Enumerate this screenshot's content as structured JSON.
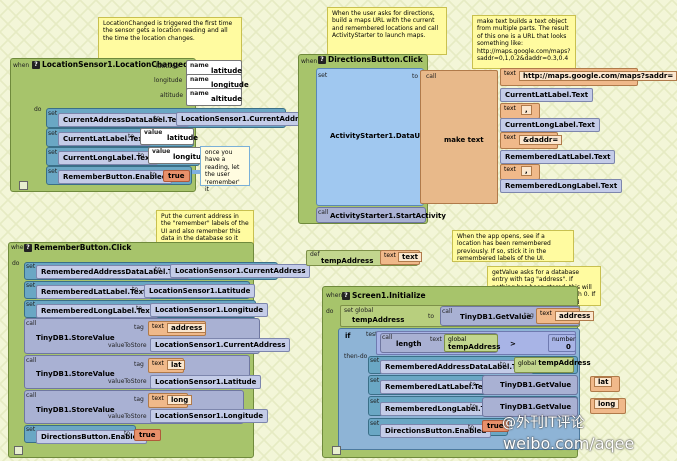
{
  "notes": {
    "location_changed": "LocationChanged is triggered the first time the sensor gets a location reading and all the time the location changes.",
    "directions_event": "When the user asks for directions, build a maps URL with the current and remembered locations and call ActivityStarter to launch maps.",
    "make_text": "make text builds a text object from multiple parts. The result of this one is a URL that looks something like: http://maps.google.com/maps?saddr=0,1,0.2&daddr=0.3,0.4",
    "remember_event": "Put the current address in the \"remember\" labels of the UI and also remember this data in the database so it will be there when app is re-opened.",
    "once_reading": "once you have a reading, let the user 'remember' it",
    "app_opens": "When the app opens, see if a location has been remembered previously. If so, stick it in the remembered labels of the UI.",
    "getvalue": "getValue asks for a database entry with tag \"address\". If nothing has been stored, this will be the empty text with length 0. If length > 0, we have a stored address/latlong."
  },
  "kw": {
    "when": "when",
    "do": "do",
    "set": "set",
    "to": "to",
    "call": "call",
    "name": "name",
    "text": "text",
    "tag": "tag",
    "value": "value",
    "valueToStore": "valueToStore",
    "def": "def",
    "global": "global",
    "set_global": "set global",
    "length": "length",
    "number": "number",
    "test": "test",
    "then_do": "then-do",
    "if": "if",
    "make_text": "make text",
    "gt": ">",
    "q": "?"
  },
  "location_changed": {
    "title": "LocationSensor1.LocationChanged",
    "params": [
      {
        "label": "latitude",
        "name": "latitude"
      },
      {
        "label": "longitude",
        "name": "longitude"
      },
      {
        "label": "altitude",
        "name": "altitude"
      }
    ],
    "statements": [
      {
        "target": "CurrentAddressDataLabel.Text",
        "value": "LocationSensor1.CurrentAddress"
      },
      {
        "target": "CurrentLatLabel.Text",
        "value": "latitude"
      },
      {
        "target": "CurrentLongLabel.Text",
        "value": "longitude"
      },
      {
        "target": "RememberButton.Enabled",
        "value": "true"
      }
    ]
  },
  "directions_click": {
    "title": "DirectionsButton.Click",
    "target": "ActivityStarter1.DataUri",
    "parts": [
      {
        "kind": "text",
        "value": "http://maps.google.com/maps?saddr="
      },
      {
        "kind": "label",
        "value": "CurrentLatLabel.Text"
      },
      {
        "kind": "text",
        "value": ","
      },
      {
        "kind": "label",
        "value": "CurrentLongLabel.Text"
      },
      {
        "kind": "text",
        "value": "&daddr="
      },
      {
        "kind": "label",
        "value": "RememberedLatLabel.Text"
      },
      {
        "kind": "text",
        "value": ","
      },
      {
        "kind": "label",
        "value": "RememberedLongLabel.Text"
      }
    ],
    "final_call": "ActivityStarter1.StartActivity"
  },
  "remember_click": {
    "title": "RememberButton.Click",
    "sets": [
      {
        "target": "RememberedAddressDataLabel.Text",
        "value": "LocationSensor1.CurrentAddress"
      },
      {
        "target": "RememberedLatLabel.Text",
        "value": "LocationSensor1.Latitude"
      },
      {
        "target": "RememberedLongLabel.Text",
        "value": "LocationSensor1.Longitude"
      }
    ],
    "stores": [
      {
        "call": "TinyDB1.StoreValue",
        "tag": "address",
        "value": "LocationSensor1.CurrentAddress"
      },
      {
        "call": "TinyDB1.StoreValue",
        "tag": "lat",
        "value": "LocationSensor1.Latitude"
      },
      {
        "call": "TinyDB1.StoreValue",
        "tag": "long",
        "value": "LocationSensor1.Longitude"
      }
    ],
    "enable": {
      "target": "DirectionsButton.Enabled",
      "value": "true"
    }
  },
  "global_def": {
    "name": "tempAddress",
    "value": "text"
  },
  "screen_init": {
    "title": "Screen1.Initialize",
    "set_global": {
      "name": "tempAddress",
      "call": "TinyDB1.GetValue",
      "tag": "address"
    },
    "test": {
      "var": "tempAddress",
      "number": "0"
    },
    "then": [
      {
        "target": "RememberedAddressDataLabel.Text",
        "value": "tempAddress"
      },
      {
        "target": "RememberedLatLabel.Text",
        "call": "TinyDB1.GetValue",
        "tag": "lat"
      },
      {
        "target": "RememberedLongLabel.Text",
        "call": "TinyDB1.GetValue",
        "tag": "long"
      },
      {
        "target": "DirectionsButton.Enabled",
        "value": "true"
      }
    ]
  },
  "watermark": {
    "handle": "@外刊IT评论",
    "url": "weibo.com/aqee"
  },
  "colors": {
    "event": "#a7c46b",
    "setter": "#6aa7c4",
    "call": "#a9b1d3",
    "text": "#f0b98a",
    "note": "#fffba0",
    "workspace": "#f3f6d8"
  }
}
